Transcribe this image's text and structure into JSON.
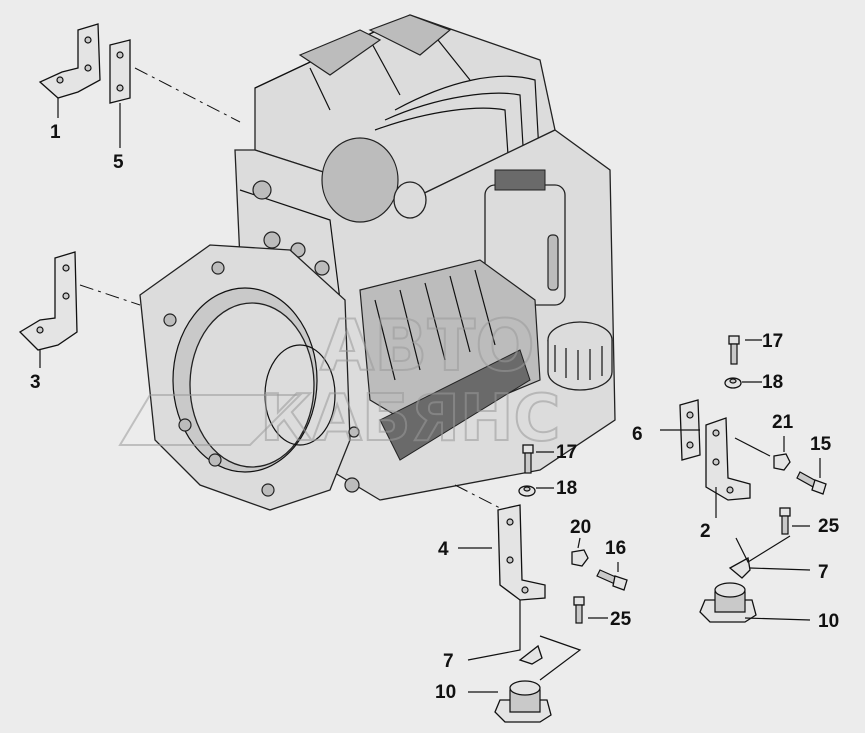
{
  "watermark": {
    "line1": "АВТО",
    "line2": "КАБЯНС"
  },
  "callouts": {
    "c1": "1",
    "c2": "2",
    "c3": "3",
    "c4": "4",
    "c5": "5",
    "c6": "6",
    "c7a": "7",
    "c7b": "7",
    "c10a": "10",
    "c10b": "10",
    "c15": "15",
    "c16": "16",
    "c17a": "17",
    "c17b": "17",
    "c18a": "18",
    "c18b": "18",
    "c20": "20",
    "c21": "21",
    "c25a": "25",
    "c25b": "25"
  }
}
